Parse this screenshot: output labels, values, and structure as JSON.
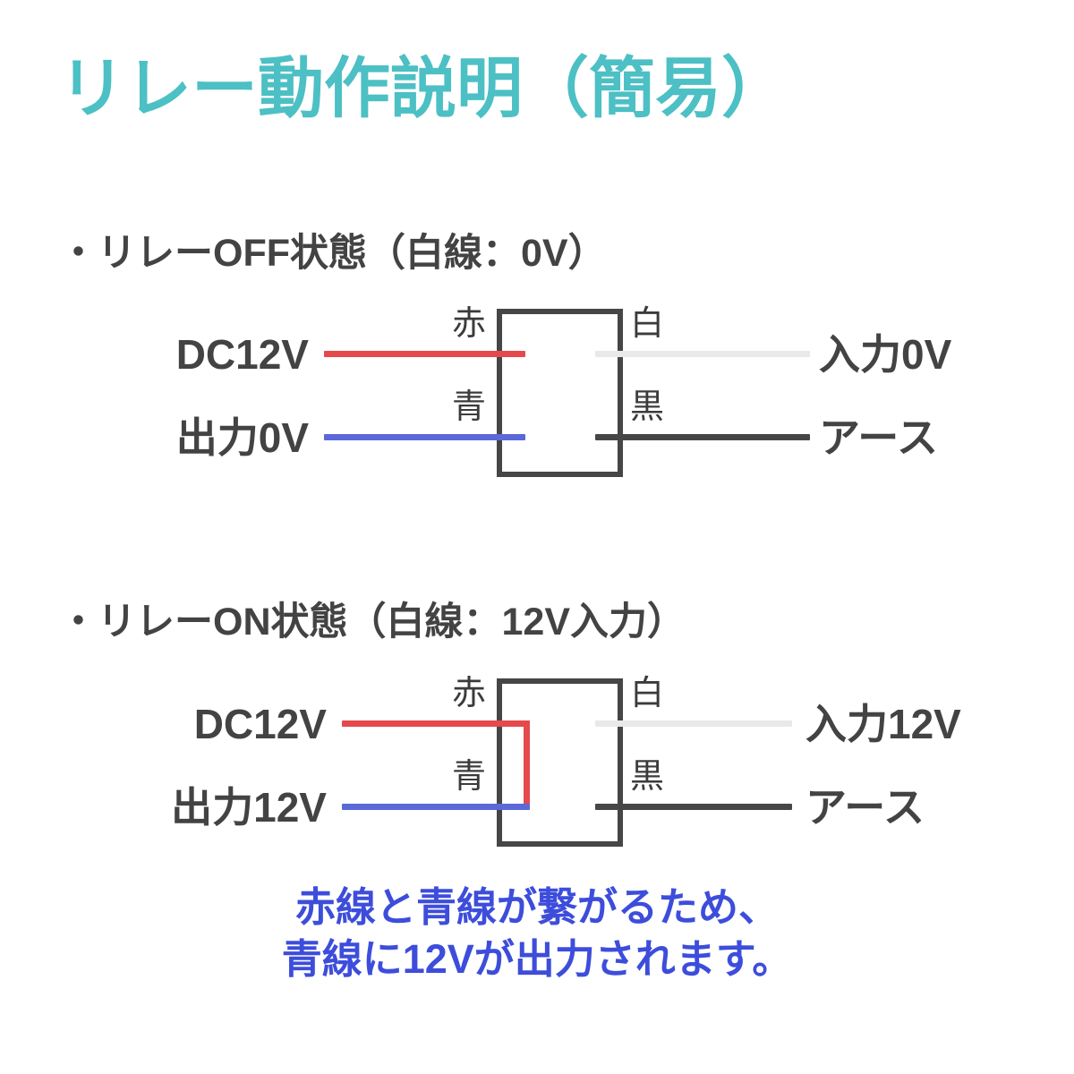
{
  "page": {
    "title": "リレー動作説明（簡易）",
    "title_color": "#4cc0c4",
    "background": "#ffffff"
  },
  "colors": {
    "red_wire": "#e5494b",
    "blue_wire": "#5b68d8",
    "white_wire": "#e9e9e9",
    "black_wire": "#464646",
    "box_outline": "#464646",
    "text_dark": "#434343",
    "note_blue": "#3d4ddb",
    "title_teal": "#4cc0c4"
  },
  "sections": [
    {
      "heading": "・リレーOFF状態（白線：0V）",
      "state": "OFF",
      "left_labels": {
        "top": "DC12V",
        "bottom": "出力0V"
      },
      "terminal_labels": {
        "left_top": "赤",
        "left_bottom": "青",
        "right_top": "白",
        "right_bottom": "黒"
      },
      "right_labels": {
        "top": "入力0V",
        "bottom": "アース"
      },
      "connected": false
    },
    {
      "heading": "・リレーON状態（白線：12V入力）",
      "state": "ON",
      "left_labels": {
        "top": "DC12V",
        "bottom": "出力12V"
      },
      "terminal_labels": {
        "left_top": "赤",
        "left_bottom": "青",
        "right_top": "白",
        "right_bottom": "黒"
      },
      "right_labels": {
        "top": "入力12V",
        "bottom": "アース"
      },
      "connected": true
    }
  ],
  "note": {
    "line1": "赤線と青線が繋がるため、",
    "line2": "青線に12Vが出力されます。"
  }
}
